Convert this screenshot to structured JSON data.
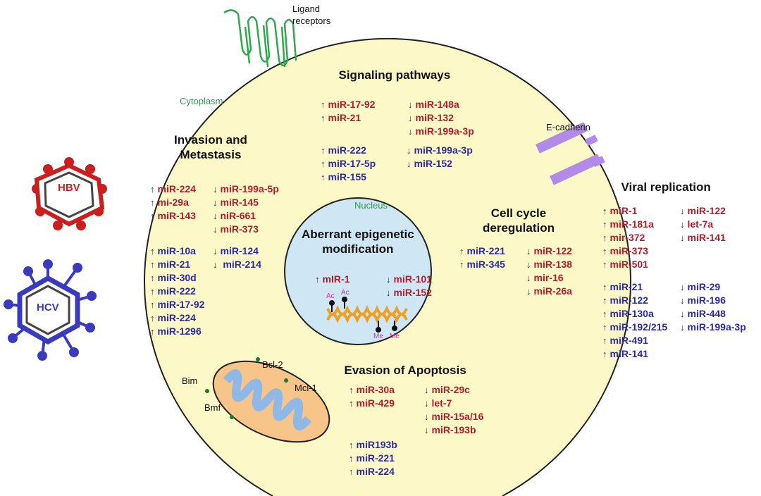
{
  "colors": {
    "up_regulated_red": "#b01e2c",
    "blue": "#2b2ba6",
    "cell": "#fdf8c8",
    "nucleus": "#cfe6f5",
    "mitochondrion": "#f7c489",
    "hbv": "#c91f1f",
    "hcv": "#3a3ac0",
    "receptor": "#2fa84f",
    "ecadherin": "#b28be8"
  },
  "labels": {
    "ligand_receptors": "Ligand\nreceptors",
    "cytoplasm": "Cytoplasm",
    "e_cadherin": "E-cadherin",
    "nucleus": "Nucleus",
    "hbv": "HBV",
    "hcv": "HCV",
    "bim": "Bim",
    "bcl2": "Bcl-2",
    "mcl1": "Mcl-1",
    "bmf": "Bmf",
    "ac": "Ac",
    "me": "Me"
  },
  "arrows": {
    "up": "↑",
    "down": "↓"
  },
  "groups": {
    "signaling": {
      "title": "Signaling pathways",
      "lists": [
        {
          "dir": "up",
          "color": "red",
          "items": [
            "miR-17-92",
            "miR-21"
          ]
        },
        {
          "dir": "down",
          "color": "red",
          "items": [
            "miR-148a",
            "miR-132",
            "miR-199a-3p"
          ]
        },
        {
          "dir": "up",
          "color": "blue",
          "items": [
            "miR-222",
            "miR-17-5p",
            "miR-155"
          ]
        },
        {
          "dir": "down",
          "color": "blue",
          "items": [
            "miR-199a-3p",
            "miR-152"
          ]
        }
      ]
    },
    "invasion": {
      "title": "Invasion and\nMetastasis",
      "lists": [
        {
          "dir": "up",
          "color": "red",
          "items": [
            "miR-224",
            "mi-29a",
            "miR-143"
          ]
        },
        {
          "dir": "down",
          "color": "red",
          "items": [
            "miR-199a-5p",
            "miR-145",
            "niR-661",
            "miR-373"
          ]
        },
        {
          "dir": "up",
          "color": "blue",
          "items": [
            "miR-10a",
            "miR-21",
            "miR-30d",
            "miR-222",
            "miR-17-92",
            "miR-224",
            "miR-1296"
          ]
        },
        {
          "dir": "down",
          "color": "blue",
          "items": [
            "miR-124",
            " miR-214"
          ]
        }
      ]
    },
    "epigenetic": {
      "title": "Aberrant epigenetic\nmodification",
      "lists": [
        {
          "dir": "up",
          "color": "red",
          "items": [
            "mIR-1"
          ]
        },
        {
          "dir": "down",
          "color": "red",
          "items": [
            "miR-101",
            "miR-152"
          ]
        }
      ]
    },
    "cellcycle": {
      "title": "Cell cycle\nderegulation",
      "lists": [
        {
          "dir": "up",
          "color": "blue",
          "items": [
            "miR-221",
            "miR-345"
          ]
        },
        {
          "dir": "down",
          "color": "red",
          "items": [
            "miR-122",
            "miR-138",
            "mir-16",
            "miR-26a"
          ]
        }
      ]
    },
    "apoptosis": {
      "title": "Evasion of Apoptosis",
      "lists": [
        {
          "dir": "up",
          "color": "red",
          "items": [
            "miR-30a",
            "miR-429"
          ]
        },
        {
          "dir": "down",
          "color": "red",
          "items": [
            "miR-29c",
            "let-7",
            "miR-15a/16",
            "miR-193b"
          ]
        },
        {
          "dir": "up",
          "color": "blue",
          "items": [
            "miR193b",
            "miR-221",
            "miR-224"
          ]
        }
      ]
    },
    "viral": {
      "title": "Viral replication",
      "lists": [
        {
          "dir": "up",
          "color": "red",
          "items": [
            "miR-1",
            "miR-181a",
            "mir-372",
            "miR-373",
            "miR-501"
          ]
        },
        {
          "dir": "down",
          "color": "red",
          "items": [
            "miR-122",
            "let-7a",
            "miR-141"
          ]
        },
        {
          "dir": "up",
          "color": "blue",
          "items": [
            "miR-21",
            "miR-122",
            "miR-130a",
            "miR-192/215",
            "miR-491",
            "miR-141"
          ]
        },
        {
          "dir": "down",
          "color": "blue",
          "items": [
            "miR-29",
            "miR-196",
            "miR-448",
            "miR-199a-3p"
          ]
        }
      ]
    }
  }
}
